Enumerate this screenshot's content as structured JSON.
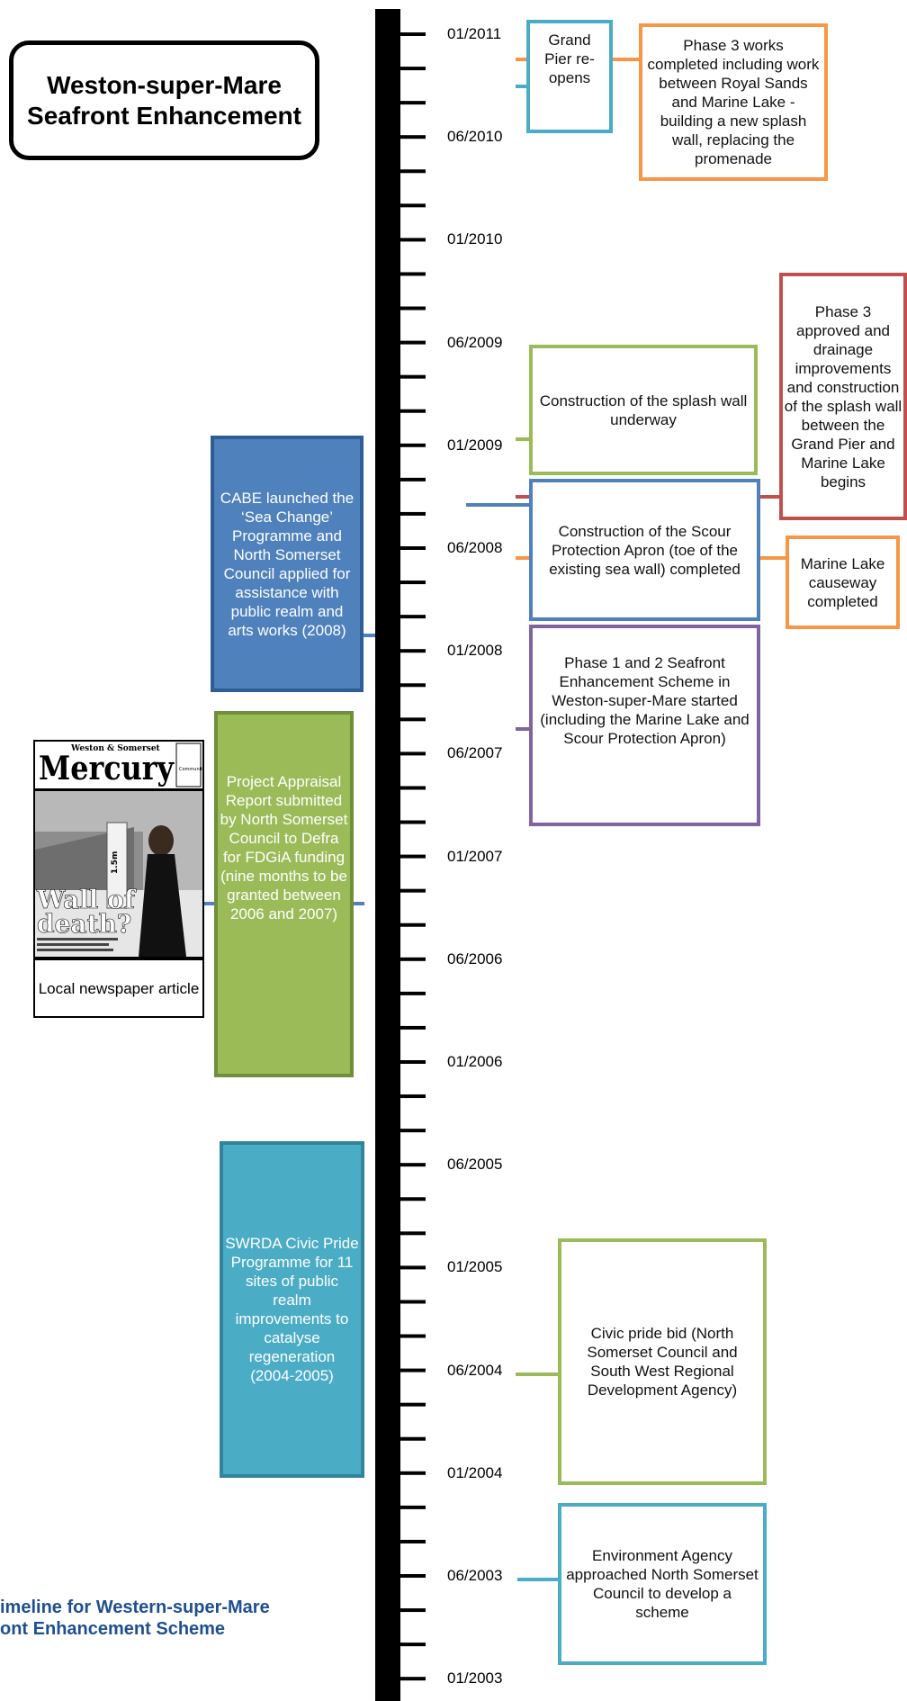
{
  "title": "Weston-super-Mare Seafront Enhancement",
  "caption_lines": [
    "imeline for Western-super-Mare",
    "ont Enhancement Scheme"
  ],
  "timeline": {
    "labels": [
      "01/2011",
      "06/2010",
      "01/2010",
      "06/2009",
      "01/2009",
      "06/2008",
      "01/2008",
      "06/2007",
      "01/2007",
      "06/2006",
      "01/2006",
      "06/2005",
      "01/2005",
      "06/2004",
      "01/2004",
      "06/2003",
      "01/2003"
    ]
  },
  "events": {
    "grand_pier": "Grand Pier re-opens",
    "phase3_works": "Phase 3 works completed including work between Royal Sands and Marine Lake - building a new splash wall, replacing the promenade",
    "phase3_approved": "Phase 3 approved and drainage improvements and construction of the splash wall between the Grand Pier and Marine Lake begins",
    "splash_wall": "Construction of the splash wall underway",
    "scour_apron": "Construction of the Scour Protection Apron (toe of the existing sea wall) completed",
    "marine_lake": "Marine Lake causeway completed",
    "phase12": "Phase 1 and 2 Seafront Enhancement Scheme in Weston-super-Mare started (including the Marine Lake and Scour Protection Apron)",
    "cabe": "CABE launched the ‘Sea Change’ Programme and North Somerset Council applied for assistance with public realm and arts works (2008)",
    "project_appraisal": "Project Appraisal Report submitted by North Somerset Council to Defra for FDGiA funding (nine months to be granted between 2006 and 2007)",
    "swrda": "SWRDA Civic Pride Programme for 11 sites of public realm improvements to catalyse regeneration (2004-2005)",
    "civic_bid": "Civic pride bid (North Somerset Council and South West Regional Development Agency)",
    "env_agency": "Environment Agency approached North Somerset Council to develop a scheme"
  },
  "newspaper": {
    "caption": "Local newspaper article",
    "masthead_top": "Weston & Somerset",
    "masthead": "Mercury",
    "badge": "Community Campaign Winner",
    "headline": "Wall of death?",
    "sign": "1.5m"
  },
  "colors": {
    "orange": "#f79646",
    "teal": "#4bacc6",
    "green": "#9bbb59",
    "red": "#c0504d",
    "blue": "#4f81bd",
    "purple": "#8064a2",
    "dark_blue_fill": "#4f81bd",
    "green_fill": "#9bbb59",
    "teal_fill": "#4bacc6",
    "caption_blue": "#1f4f91"
  }
}
